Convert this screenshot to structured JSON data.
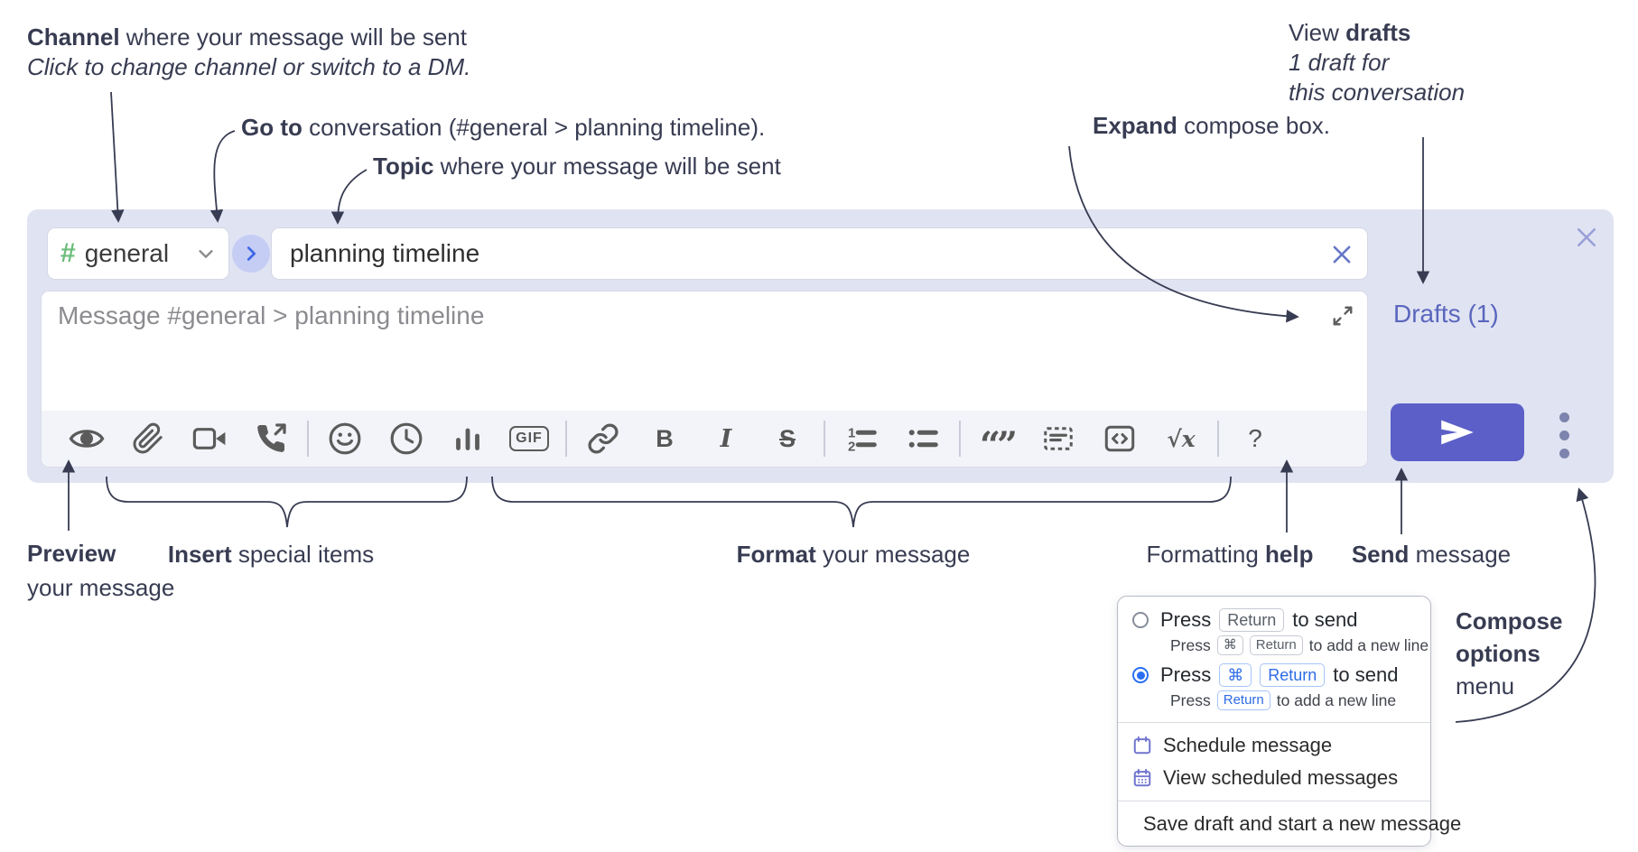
{
  "annotations": {
    "channel": {
      "bold": "Channel",
      "rest": " where your message will be sent",
      "line2": "Click to change channel or switch to a DM."
    },
    "goto": {
      "bold": "Go to",
      "rest": " conversation (#general > planning timeline)."
    },
    "topic": {
      "bold": "Topic",
      "rest": " where your message will be sent"
    },
    "expand": {
      "bold": "Expand",
      "rest": " compose box."
    },
    "view_drafts": {
      "pre": "View ",
      "bold": "drafts",
      "line2": "1 draft for",
      "line3": "this conversation"
    },
    "preview": {
      "bold": "Preview",
      "line2": "your message"
    },
    "insert": {
      "bold": "Insert",
      "rest": " special items"
    },
    "format": {
      "bold": "Format",
      "rest": " your message"
    },
    "formatting_help": {
      "pre": "Formatting ",
      "bold": "help"
    },
    "send": {
      "bold": "Send",
      "rest": " message"
    },
    "compose_options": {
      "line1": "Compose",
      "line2": "options",
      "line3": "menu"
    }
  },
  "compose": {
    "channel_hash": "#",
    "channel_name": "general",
    "topic_value": "planning timeline",
    "message_placeholder": "Message #general > planning timeline",
    "drafts_label": "Drafts (1)"
  },
  "toolbar": {
    "gif_label": "GIF",
    "bold_label": "B",
    "italic_label": "I",
    "strike_label": "S",
    "quote_label": "“”",
    "math_label": "√x",
    "help_label": "?"
  },
  "options_menu": {
    "option1": {
      "pre": "Press",
      "key": "Return",
      "post": "to send"
    },
    "option1_sub": {
      "pre": "Press",
      "key1": "⌘",
      "key2": "Return",
      "post": "to add a new line"
    },
    "option2": {
      "pre": "Press",
      "key1": "⌘",
      "key2": "Return",
      "post": "to send"
    },
    "option2_sub": {
      "pre": "Press",
      "key": "Return",
      "post": "to add a new line"
    },
    "item_schedule": "Schedule message",
    "item_view_scheduled": "View scheduled messages",
    "item_save_draft": "Save draft and start a new message"
  },
  "colors": {
    "compose_bg": "#e0e3f2",
    "send_button": "#5b5fc7",
    "channel_hash_green": "#6cbd7c",
    "goto_chevron_blue": "#3f68e8",
    "drafts_link": "#5a66bd",
    "key_blue": "#2e6ce5",
    "menu_icon_purple": "#7175cf",
    "annotation_ink": "#383c52"
  }
}
